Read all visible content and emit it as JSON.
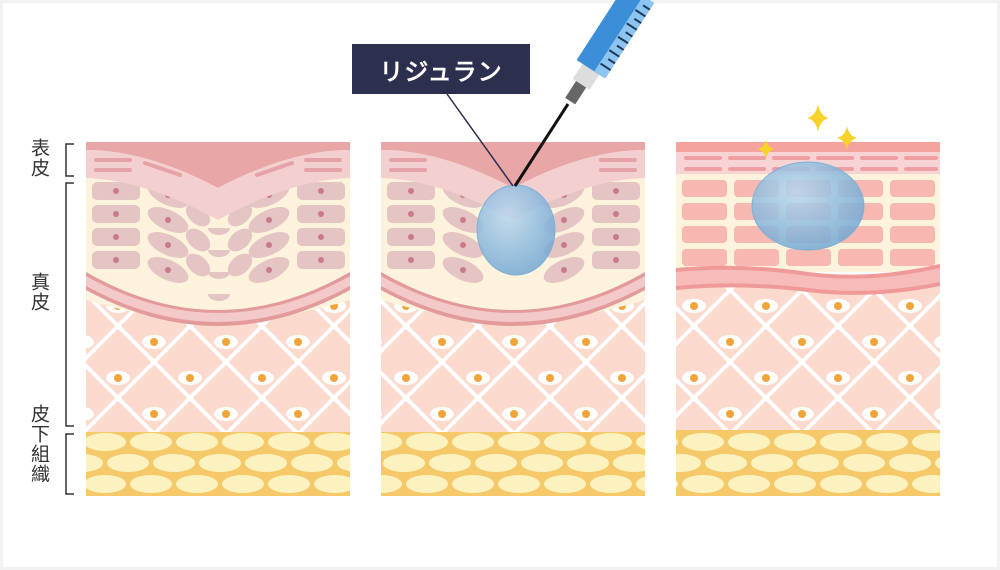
{
  "diagram": {
    "title": "Skin cross-section: before, during and after Rejuran injection",
    "layer_labels": {
      "epidermis": "表皮",
      "dermis": "真皮",
      "subcutaneous": "皮下組織"
    },
    "callout": {
      "label": "リジュラン",
      "points_to": "injected-droplet"
    },
    "panels": [
      {
        "id": "before",
        "state": "wrinkle depression in skin"
      },
      {
        "id": "injection",
        "state": "syringe injecting droplet into wrinkle"
      },
      {
        "id": "after",
        "state": "smooth skin with droplet and sparkles"
      }
    ],
    "colors": {
      "epidermis_top": "#e8a6a6",
      "epidermis_cells": "#f3cfcf",
      "dermis_cell_bg": "#fdf3dc",
      "cell": "#e5c4c4",
      "nucleus": "#c77c86",
      "basal_layer": "#e39a9a",
      "dermis_fiber_bg": "#fbd9cc",
      "fiber_nucleus": "#f0a43a",
      "fat_bg": "#f5c96a",
      "fat_cell": "#fbf2c0",
      "droplet": "#8fbbdd",
      "syringe": "#3a8fd8",
      "sparkle": "#f7d22a",
      "callout_bg": "#2c2f4e"
    }
  }
}
